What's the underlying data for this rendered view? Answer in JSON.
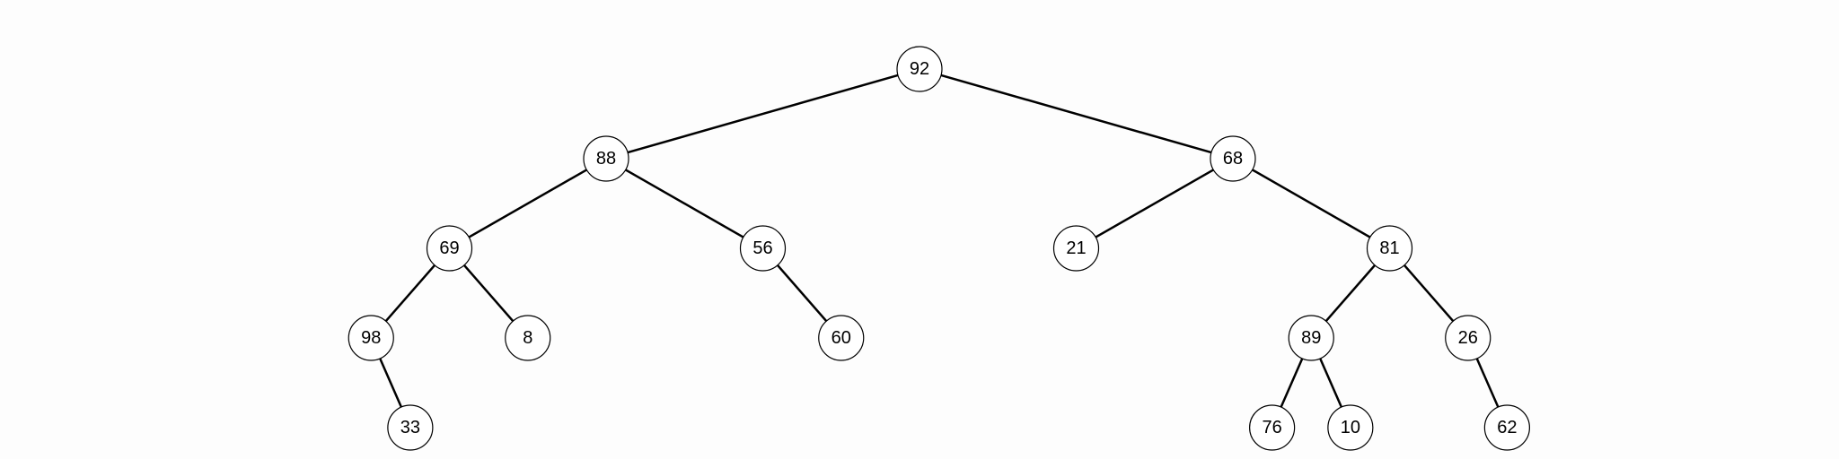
{
  "tree": {
    "root": {
      "label": "92",
      "children": [
        {
          "label": "88",
          "children": [
            {
              "label": "69",
              "children": [
                {
                  "label": "98",
                  "children": [
                    null,
                    {
                      "label": "33"
                    }
                  ]
                },
                {
                  "label": "8"
                }
              ]
            },
            {
              "label": "56",
              "children": [
                null,
                {
                  "label": "60"
                }
              ]
            }
          ]
        },
        {
          "label": "68",
          "children": [
            {
              "label": "21"
            },
            {
              "label": "81",
              "children": [
                {
                  "label": "89",
                  "children": [
                    {
                      "label": "76"
                    },
                    {
                      "label": "10"
                    }
                  ]
                },
                {
                  "label": "26",
                  "children": [
                    null,
                    {
                      "label": "62"
                    }
                  ]
                }
              ]
            }
          ]
        }
      ]
    }
  }
}
